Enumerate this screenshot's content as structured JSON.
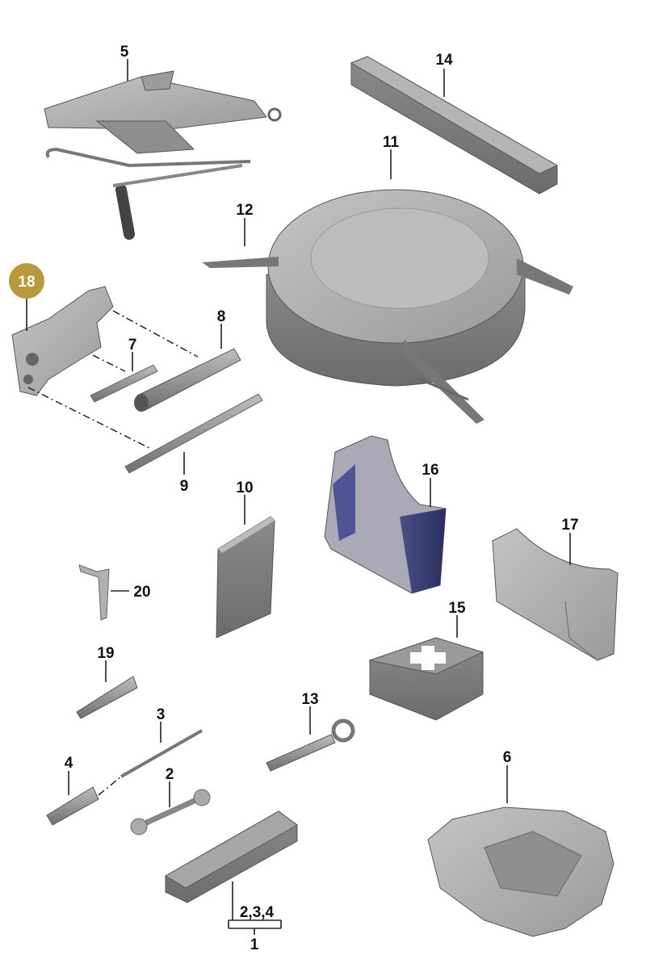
{
  "diagram": {
    "callouts": [
      {
        "id": "c5",
        "text": "5"
      },
      {
        "id": "c14",
        "text": "14"
      },
      {
        "id": "c11",
        "text": "11"
      },
      {
        "id": "c12",
        "text": "12"
      },
      {
        "id": "c18",
        "text": "18"
      },
      {
        "id": "c8",
        "text": "8"
      },
      {
        "id": "c7",
        "text": "7"
      },
      {
        "id": "c9",
        "text": "9"
      },
      {
        "id": "c16",
        "text": "16"
      },
      {
        "id": "c10",
        "text": "10"
      },
      {
        "id": "c17",
        "text": "17"
      },
      {
        "id": "c20",
        "text": "20"
      },
      {
        "id": "c15",
        "text": "15"
      },
      {
        "id": "c19",
        "text": "19"
      },
      {
        "id": "c13",
        "text": "13"
      },
      {
        "id": "c3",
        "text": "3"
      },
      {
        "id": "c6",
        "text": "6"
      },
      {
        "id": "c4",
        "text": "4"
      },
      {
        "id": "c2",
        "text": "2"
      },
      {
        "id": "c234",
        "text": "2,3,4"
      },
      {
        "id": "c1",
        "text": "1"
      }
    ],
    "highlight_color": "#b89a3e",
    "part_color": "#a3a3a3",
    "foam_color": "#5a5f8a"
  }
}
